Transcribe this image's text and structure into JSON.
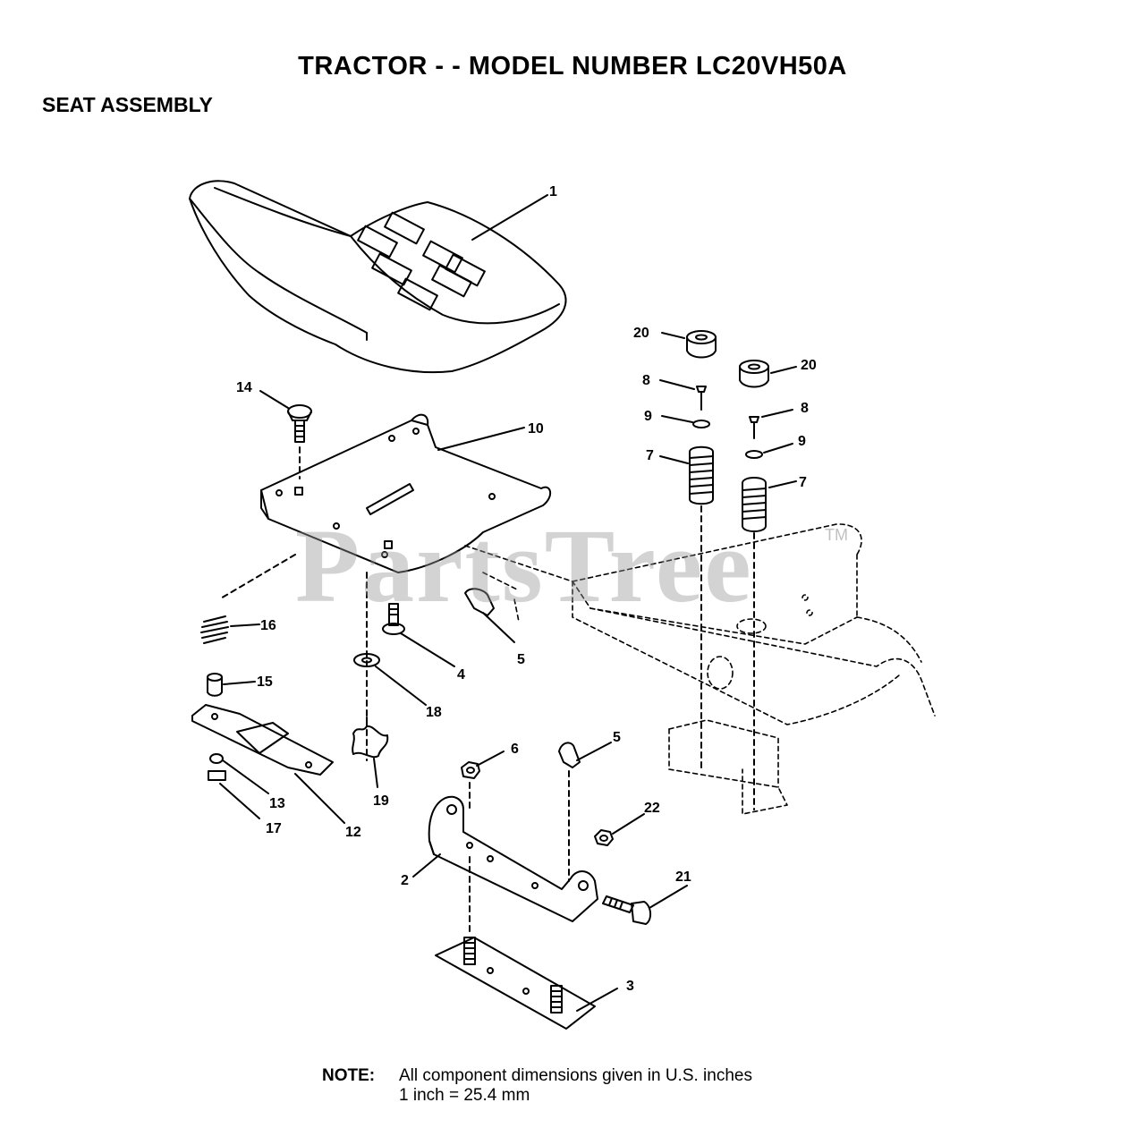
{
  "header": {
    "title": "TRACTOR - - MODEL NUMBER LC20VH50A",
    "subtitle": "SEAT ASSEMBLY"
  },
  "watermark": {
    "text": "PartsTree",
    "mark": "TM"
  },
  "callouts": {
    "c1": "1",
    "c2": "2",
    "c3": "3",
    "c4": "4",
    "c5a": "5",
    "c5b": "5",
    "c6": "6",
    "c7a": "7",
    "c7b": "7",
    "c8a": "8",
    "c8b": "8",
    "c9a": "9",
    "c9b": "9",
    "c10": "10",
    "c12": "12",
    "c13": "13",
    "c14": "14",
    "c15": "15",
    "c16": "16",
    "c17": "17",
    "c18": "18",
    "c19": "19",
    "c20a": "20",
    "c20b": "20",
    "c21": "21",
    "c22": "22"
  },
  "note": {
    "label": "NOTE:",
    "line1": "All component dimensions given in U.S. inches",
    "line2": "1 inch = 25.4 mm"
  }
}
